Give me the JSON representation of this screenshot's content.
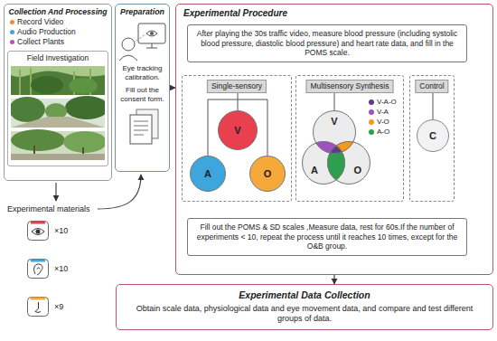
{
  "diagram": {
    "nodes": [
      {
        "text": [
          "Collection And Processing",
          "Record Video",
          "Audio Production",
          "Collect Plants"
        ]
      },
      {
        "text": [
          "Field Investigation"
        ],
        "in": 0
      },
      {
        "text": [
          "Preparation",
          "Eye tracking calibration.",
          "Fill out the consent form."
        ]
      },
      {
        "text": [
          "Experimental Procedure"
        ]
      },
      {
        "text": [
          "After playing the 30s traffic video, measure blood pressure (including systolic blood pressure, diastolic blood pressure) and heart rate data, and fill in the POMS scale."
        ],
        "in": 3
      },
      {
        "text": [
          "Single-sensory"
        ],
        "in": 3
      },
      {
        "text": [
          "V"
        ],
        "in": 5
      },
      {
        "text": [
          "A"
        ],
        "in": 5
      },
      {
        "text": [
          "O"
        ],
        "in": 5
      },
      {
        "text": [
          "Multisensory Synthesis"
        ],
        "in": 3
      },
      {
        "text": [
          "V"
        ],
        "in": 9
      },
      {
        "text": [
          "A"
        ],
        "in": 9
      },
      {
        "text": [
          "O"
        ],
        "in": 9
      },
      {
        "text": [
          "Control"
        ],
        "in": 3
      },
      {
        "text": [
          "C"
        ],
        "in": 13
      },
      {
        "text": [
          "Fill out the POMS & SD scales ,Measure data, rest for 60s.If the number of experiments < 10, repeat the process until it reaches 10 times, except for the O&B group."
        ],
        "in": 3
      },
      {
        "text": [
          "Experimental Data Collection",
          "Obtain scale data, physiological data and eye movement data, and compare and test different groups of data."
        ]
      }
    ],
    "edges": [
      {
        "from": 2,
        "to": 3,
        "arrow": "to"
      },
      {
        "from": 4,
        "to": 5,
        "arrow": "to"
      },
      {
        "from": 4,
        "to": 9,
        "arrow": "to"
      },
      {
        "from": 4,
        "to": 13,
        "arrow": "to"
      },
      {
        "from": 5,
        "to": 15,
        "arrow": "to"
      },
      {
        "from": 9,
        "to": 15,
        "arrow": "to"
      },
      {
        "from": 13,
        "to": 15,
        "arrow": "to"
      },
      {
        "from": 15,
        "to": 4,
        "arrow": "to"
      },
      {
        "from": 3,
        "to": 16,
        "arrow": "to"
      }
    ],
    "labels": [
      "Experimental materials",
      "×10",
      "×10",
      "×9"
    ],
    "legend": [
      {
        "text": "V-A-O",
        "color": "#5e3a8c"
      },
      {
        "text": "V-A",
        "color": "#a04fc4"
      },
      {
        "text": "V-O",
        "color": "#f39a1e"
      },
      {
        "text": "A-O",
        "color": "#2e9e4f"
      }
    ]
  }
}
